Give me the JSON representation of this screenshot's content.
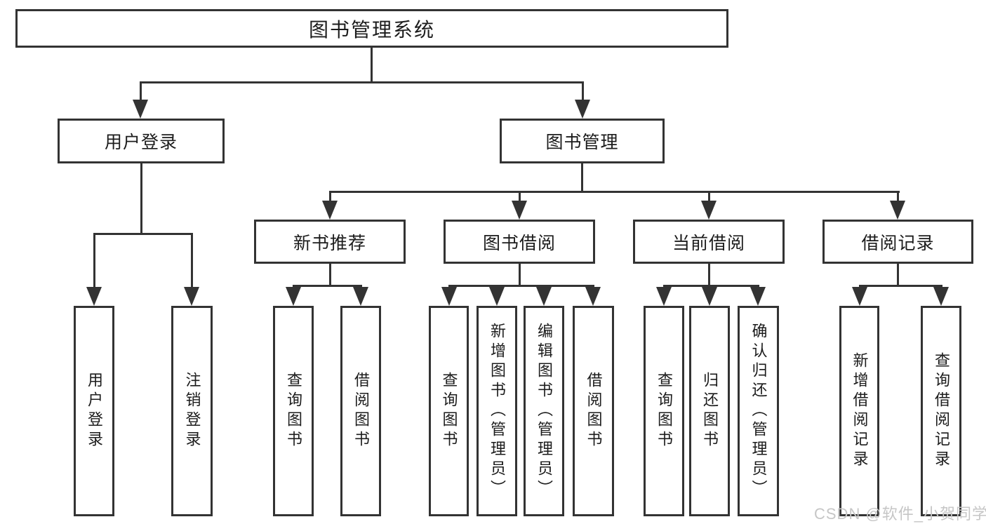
{
  "diagram": {
    "root": {
      "label": "图书管理系统",
      "children": [
        {
          "label": "用户登录",
          "children": [
            {
              "label": "用户登录"
            },
            {
              "label": "注销登录"
            }
          ]
        },
        {
          "label": "图书管理",
          "children": [
            {
              "label": "新书推荐",
              "children": [
                {
                  "label": "查询图书"
                },
                {
                  "label": "借阅图书"
                }
              ]
            },
            {
              "label": "图书借阅",
              "children": [
                {
                  "label": "查询图书"
                },
                {
                  "label": "新增图书（管理员）"
                },
                {
                  "label": "编辑图书（管理员）"
                },
                {
                  "label": "借阅图书"
                }
              ]
            },
            {
              "label": "当前借阅",
              "children": [
                {
                  "label": "查询图书"
                },
                {
                  "label": "归还图书"
                },
                {
                  "label": "确认归还（管理员）"
                }
              ]
            },
            {
              "label": "借阅记录",
              "children": [
                {
                  "label": "新增借阅记录"
                },
                {
                  "label": "查询借阅记录"
                }
              ]
            }
          ]
        }
      ]
    }
  },
  "watermark": {
    "text": "CSDN @软件_小贺同学"
  },
  "colors": {
    "line": "#333333",
    "text": "#1c1c1c",
    "background": "#ffffff",
    "watermark": "#c6c6c6"
  }
}
